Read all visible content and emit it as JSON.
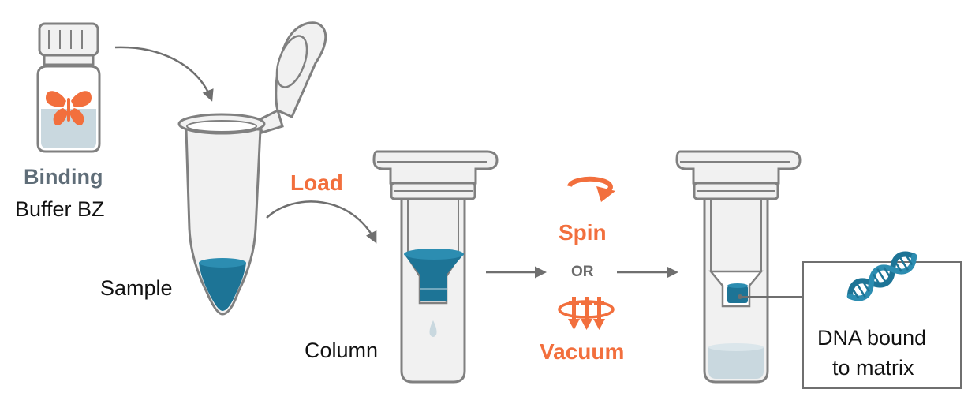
{
  "labels": {
    "binding_line1": "Binding",
    "binding_line2": "Buffer BZ",
    "sample": "Sample",
    "load": "Load",
    "column": "Column",
    "spin": "Spin",
    "or": "OR",
    "vacuum": "Vacuum",
    "dna_line1": "DNA bound",
    "dna_line2": "to matrix"
  },
  "icons": {
    "vial": "buffer-vial-icon",
    "butterfly": "butterfly-icon",
    "sample_tube": "microcentrifuge-tube-icon",
    "column_tube": "spin-column-icon",
    "spin": "rotation-arrow-icon",
    "vacuum": "vacuum-icon",
    "dna": "dna-helix-icon"
  },
  "colors": {
    "outline": "#808080",
    "tube_fill": "#f1f1f1",
    "blue": "#1d7496",
    "light_blue": "#c9d8df",
    "orange": "#f26f3d",
    "arrow": "#6f6f6f",
    "text_grey": "#5f6d78"
  }
}
